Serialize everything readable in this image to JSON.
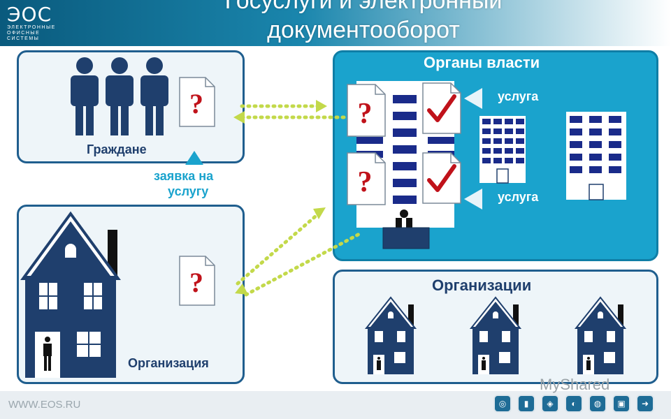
{
  "header": {
    "title": "Госуслуги и электронный документооборот",
    "logo": {
      "abbr": "ЭОС",
      "line1": "ЭЛЕКТРОННЫЕ",
      "line2": "ОФИСНЫЕ",
      "line3": "СИСТЕМЫ"
    }
  },
  "panels": {
    "citizens": {
      "label": "Граждане"
    },
    "request": {
      "label_line1": "заявка на",
      "label_line2": "услугу"
    },
    "organization": {
      "label": "Организация"
    },
    "authorities": {
      "label": "Органы власти",
      "service_top": "услуга",
      "service_bottom": "услуга"
    },
    "organizations": {
      "label": "Организации"
    }
  },
  "footer": {
    "url": "WWW.EOS.RU",
    "watermark": "MyShared",
    "buttons": [
      "globe-icon",
      "chart-icon",
      "handshake-icon",
      "pie-icon",
      "world-icon",
      "card-icon",
      "exit-icon"
    ]
  },
  "colors": {
    "accent": "#1aa3cd",
    "dark_blue": "#1f3f6d",
    "question_red": "#c0121a",
    "dotted_green": "#c3d94a"
  }
}
